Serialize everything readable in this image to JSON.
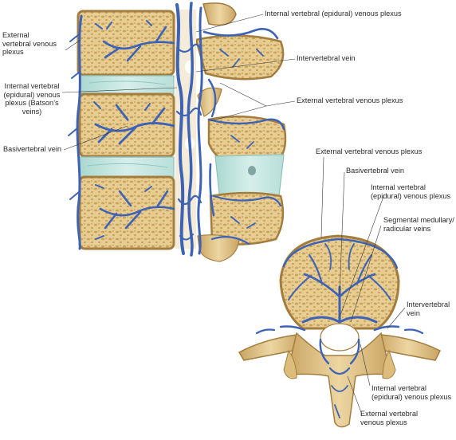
{
  "colors": {
    "bone": "#e8cd92",
    "bone_dark": "#caa45e",
    "cortex": "#a37d3e",
    "disc": "#c7e6e0",
    "disc_edge": "#8fc3ba",
    "vein": "#3d63b6",
    "vein_dark": "#26428a",
    "line": "#3a3a3a",
    "text": "#2a2a2a"
  },
  "labels": {
    "external_venous_plexus_left": "External\nvertebral venous\nplexus",
    "internal_epidural_top": "Internal vertebral (epidural) venous plexus",
    "intervertebral_vein_top": "Intervertebral vein",
    "internal_batson": "Internal vertebral\n(epidural) venous\nplexus (Batson’s\nveins)",
    "external_venous_plexus_mid": "External vertebral venous plexus",
    "basivertebral_vein_left": "Basivertebral vein",
    "external_venous_plexus_cross": "External vertebral venous plexus",
    "basivertebral_vein_cross": "Basivertebral vein",
    "internal_epidural_cross": "Internal vertebral\n(epidural) venous plexus",
    "segmental_medullary": "Segmental medullary/\nradicular veins",
    "intervertebral_vein_cross": "Intervertebral\nvein",
    "internal_epidural_bottom": "Internal vertebral\n(epidural) venous plexus",
    "external_venous_plexus_bottom": "External vertebral\nvenous plexus"
  },
  "icons": [
    "lumbar-spine-sagittal-illustration",
    "vertebra-axial-section-illustration"
  ]
}
